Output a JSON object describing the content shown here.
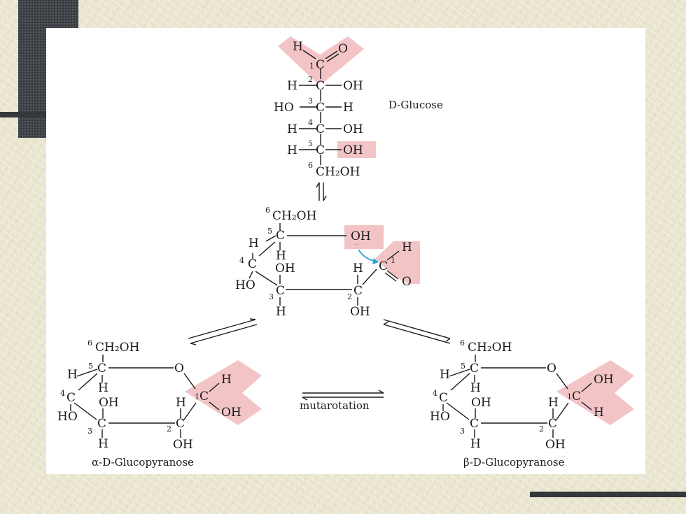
{
  "labels": {
    "glucose": "D-Glucose",
    "alpha": "α-D-Glucopyranose",
    "beta": "β-D-Glucopyranose",
    "mutarotation": "mutarotation"
  },
  "atoms": {
    "H": "H",
    "O": "O",
    "C": "C",
    "OH": "OH",
    "HO": "HO",
    "CH2OH": "CH₂OH",
    "lone_pair": "··"
  },
  "numbers": {
    "n1": "1",
    "n2": "2",
    "n3": "3",
    "n4": "4",
    "n5": "5",
    "n6": "6"
  },
  "colors": {
    "highlight": "#f2c4c6",
    "arrow": "#2aa0d8",
    "frame": "#3a3d42"
  }
}
